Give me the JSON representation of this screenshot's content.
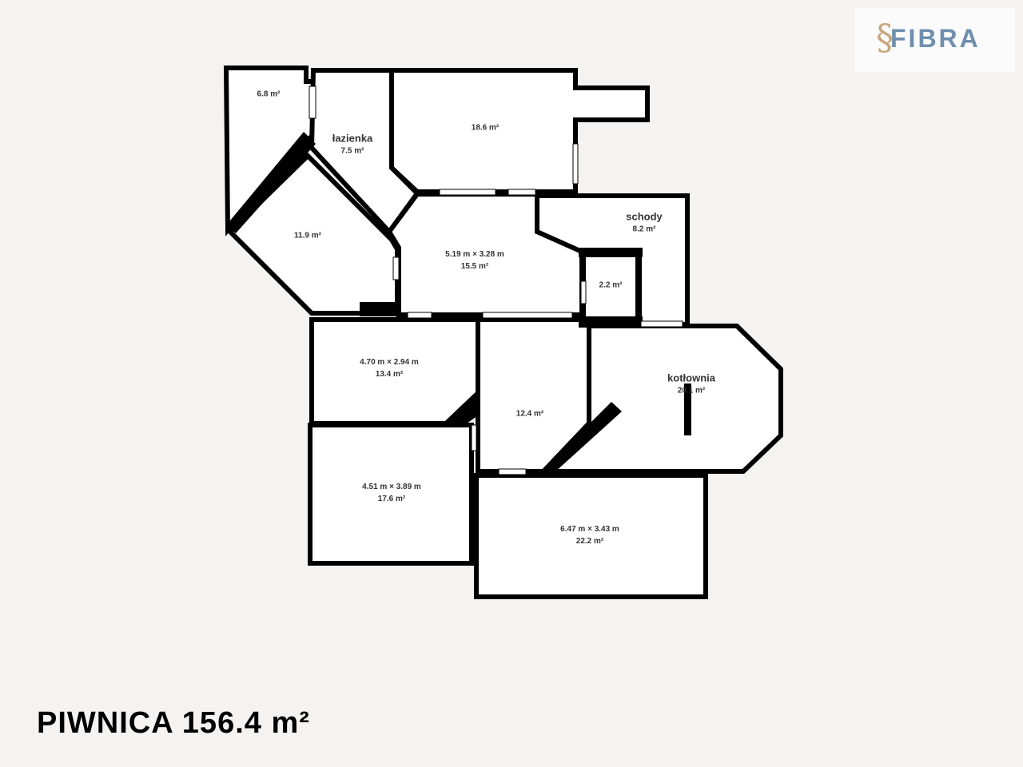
{
  "logo": {
    "text": "FIBRA",
    "color": "#6f8fae"
  },
  "rooms": [
    {
      "id": "r1",
      "area": "6.8 m²"
    },
    {
      "id": "lazienka",
      "name": "łazienka",
      "area": "7.5 m²"
    },
    {
      "id": "r3",
      "area": "18.6 m²"
    },
    {
      "id": "r4",
      "area": "11.9 m²"
    },
    {
      "id": "r5",
      "dims": "5.19 m × 3.28 m",
      "area": "15.5 m²"
    },
    {
      "id": "schody",
      "name": "schody",
      "area": "8.2 m²"
    },
    {
      "id": "r7",
      "area": "2.2 m²"
    },
    {
      "id": "r8",
      "dims": "4.70 m × 2.94 m",
      "area": "13.4 m²"
    },
    {
      "id": "r9",
      "area": "12.4 m²"
    },
    {
      "id": "kotlownia",
      "name": "kotłownia",
      "area": "20.1 m²"
    },
    {
      "id": "r11",
      "dims": "4.51 m × 3.89 m",
      "area": "17.6 m²"
    },
    {
      "id": "r12",
      "dims": "6.47 m × 3.43 m",
      "area": "22.2 m²"
    }
  ],
  "title": "PIWNICA 156.4 m²"
}
